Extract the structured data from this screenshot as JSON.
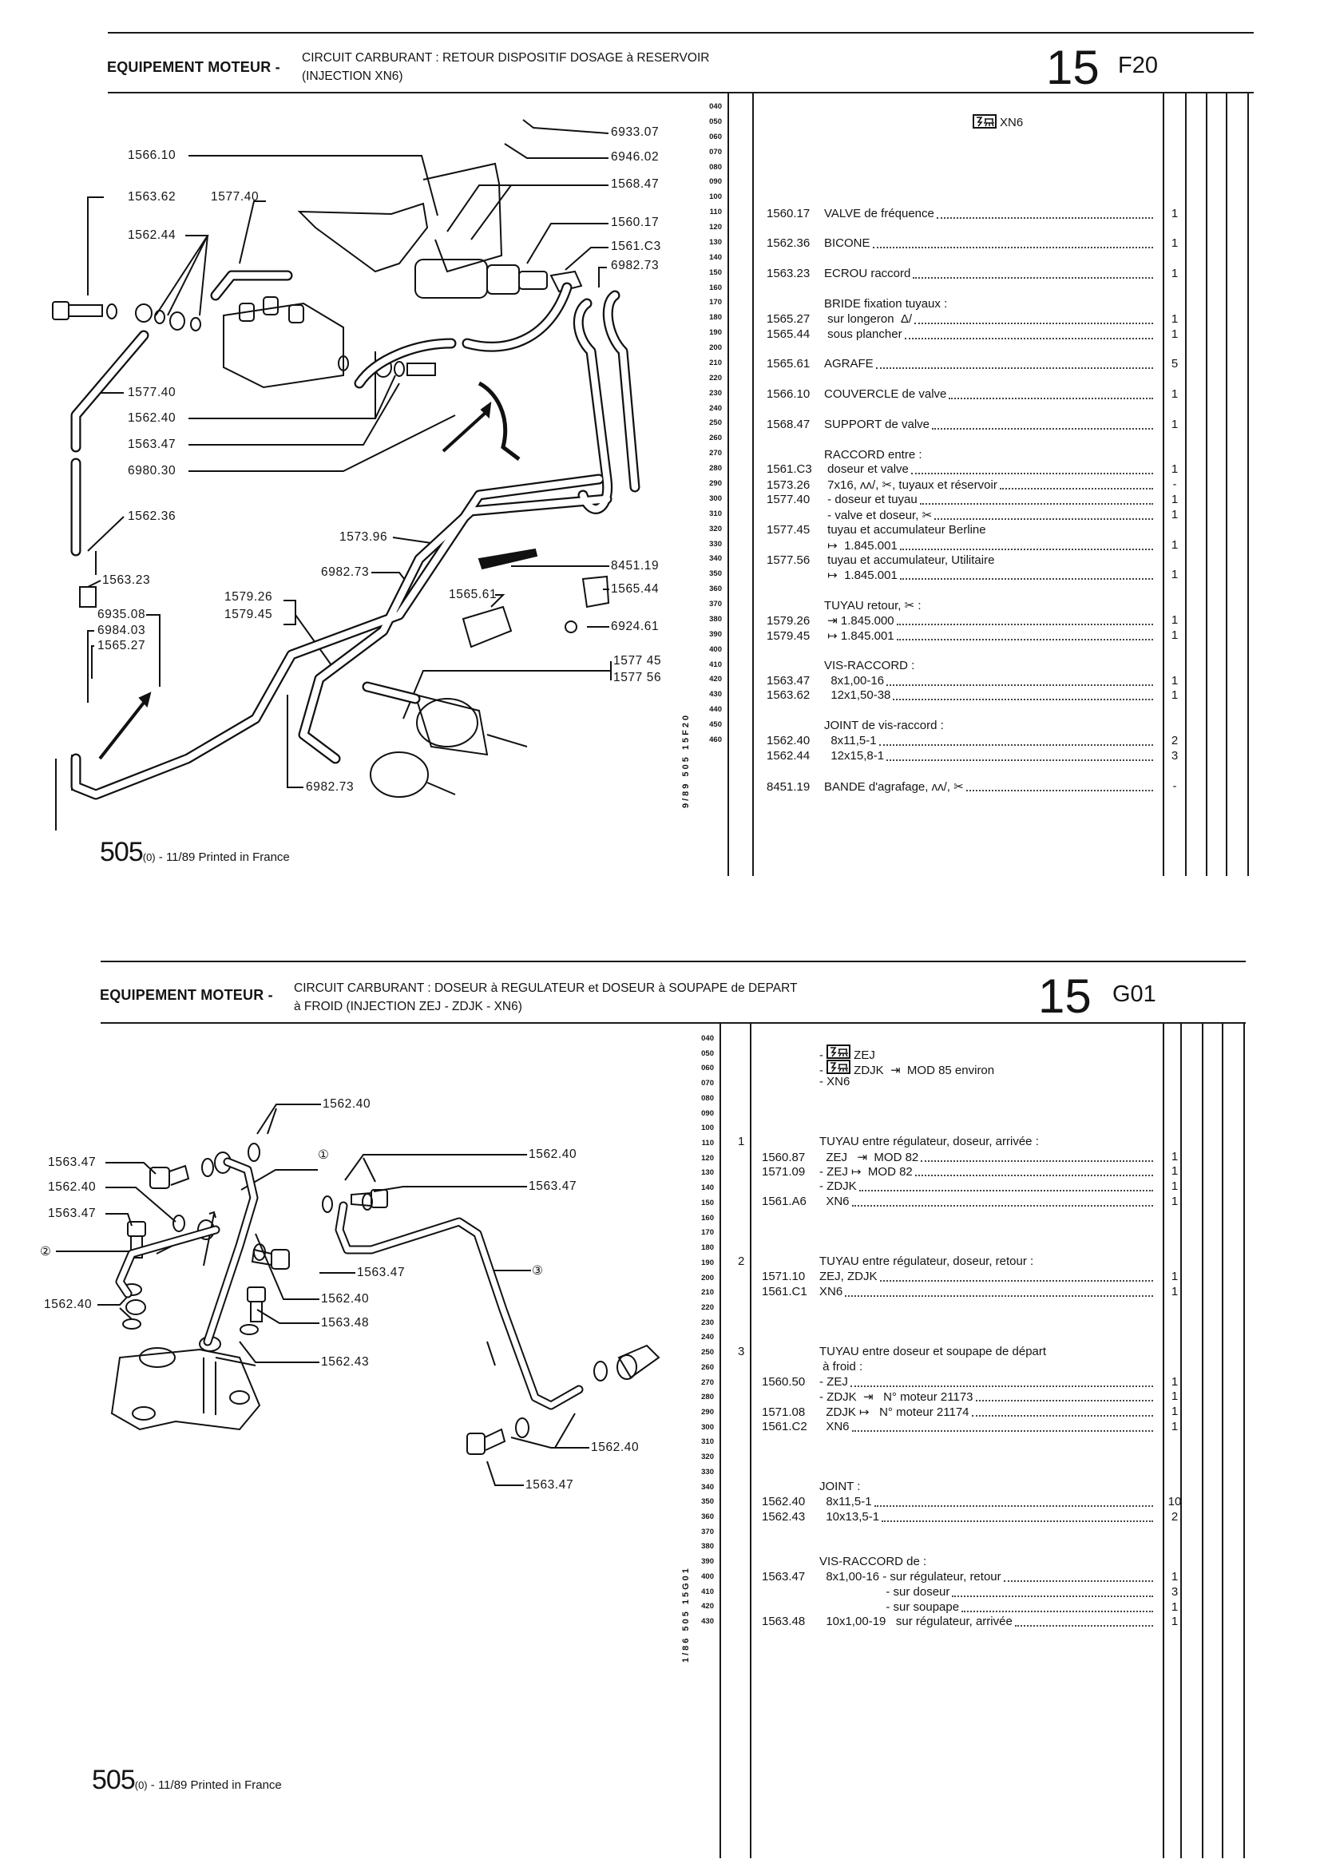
{
  "pages": [
    {
      "header": {
        "section": "EQUIPEMENT MOTEUR -",
        "title_line1": "CIRCUIT CARBURANT : RETOUR DISPOSITIF DOSAGE à RESERVOIR",
        "title_line2": "(INJECTION XN6)",
        "group_number": "15",
        "plate_code": "F20"
      },
      "variant": {
        "text": "XN6",
        "icon": "injection-icon"
      },
      "line_numbers": [
        "040",
        "050",
        "060",
        "070",
        "080",
        "090",
        "100",
        "110",
        "120",
        "130",
        "140",
        "150",
        "160",
        "170",
        "180",
        "190",
        "200",
        "210",
        "220",
        "230",
        "240",
        "250",
        "260",
        "270",
        "280",
        "290",
        "300",
        "310",
        "320",
        "330",
        "340",
        "350",
        "360",
        "370",
        "380",
        "390",
        "400",
        "410",
        "420",
        "430",
        "440",
        "450",
        "460"
      ],
      "items": [
        {
          "code": "1560.17",
          "desc": "VALVE de fréquence",
          "qty": "1"
        },
        {
          "code": "1562.36",
          "desc": "BICONE",
          "qty": "1"
        },
        {
          "code": "1563.23",
          "desc": "ECROU raccord",
          "qty": "1"
        },
        {
          "code": "",
          "desc": "BRIDE fixation tuyaux :"
        },
        {
          "code": "1565.27",
          "desc": " sur longeron  Δ/",
          "qty": "1"
        },
        {
          "code": "1565.44",
          "desc": " sous plancher",
          "qty": "1"
        },
        {
          "code": "1565.61",
          "desc": "AGRAFE",
          "qty": "5"
        },
        {
          "code": "1566.10",
          "desc": "COUVERCLE de valve",
          "qty": "1"
        },
        {
          "code": "1568.47",
          "desc": "SUPPORT de valve",
          "qty": "1"
        },
        {
          "code": "",
          "desc": "RACCORD entre :"
        },
        {
          "code": "1561.C3",
          "desc": " doseur et valve",
          "qty": "1"
        },
        {
          "code": "1573.26",
          "desc": " 7x16, ʌʌ/, ✂, tuyaux et réservoir",
          "qty": "-"
        },
        {
          "code": "1577.40",
          "desc": " - doseur et tuyau",
          "qty": "1"
        },
        {
          "code": "",
          "desc": " - valve et doseur, ✂",
          "qty": "1"
        },
        {
          "code": "1577.45",
          "desc": " tuyau et accumulateur Berline"
        },
        {
          "code": "",
          "desc": " ↦  1.845.001",
          "qty": "1"
        },
        {
          "code": "1577.56",
          "desc": " tuyau et accumulateur, Utilitaire"
        },
        {
          "code": "",
          "desc": " ↦  1.845.001",
          "qty": "1"
        },
        {
          "code": "",
          "desc": "TUYAU retour, ✂ :"
        },
        {
          "code": "1579.26",
          "desc": " ⇥ 1.845.000",
          "qty": "1"
        },
        {
          "code": "1579.45",
          "desc": " ↦ 1.845.001",
          "qty": "1"
        },
        {
          "code": "",
          "desc": "VIS-RACCORD :"
        },
        {
          "code": "1563.47",
          "desc": "  8x1,00-16",
          "qty": "1"
        },
        {
          "code": "1563.62",
          "desc": "  12x1,50-38",
          "qty": "1"
        },
        {
          "code": "",
          "desc": "JOINT de vis-raccord :"
        },
        {
          "code": "1562.40",
          "desc": "  8x11,5-1",
          "qty": "2"
        },
        {
          "code": "1562.44",
          "desc": "  12x15,8-1",
          "qty": "3"
        },
        {
          "code": "8451.19",
          "desc": "BANDE d'agrafage, ʌʌ/, ✂",
          "qty": "-"
        }
      ],
      "diagram_labels": [
        "6933.07",
        "6946.02",
        "1568.47",
        "1560.17",
        "1561.C3",
        "6982.73",
        "1566.10",
        "1563.62",
        "1577.40",
        "1562.44",
        "1577.40",
        "1562.40",
        "1563.47",
        "6980.30",
        "1562.36",
        "1563.23",
        "6935.08",
        "6984.03",
        "1565.27",
        "1579.26",
        "1579.45",
        "1573.96",
        "6982.73",
        "1565.61",
        "8451.19",
        "1565.44",
        "6924.61",
        "1577 45",
        "1577 56",
        "6982.73"
      ],
      "side_code": "9/89  505  15F20",
      "footer": {
        "model": "505",
        "suffix": "(0)",
        "text": " - 11/89 Printed in France"
      }
    },
    {
      "header": {
        "section": "EQUIPEMENT MOTEUR -",
        "title_line1": "CIRCUIT CARBURANT : DOSEUR à REGULATEUR et DOSEUR à SOUPAPE de DEPART",
        "title_line2": "à FROID (INJECTION ZEJ - ZDJK - XN6)",
        "group_number": "15",
        "plate_code": "G01"
      },
      "line_numbers": [
        "040",
        "050",
        "060",
        "070",
        "080",
        "090",
        "100",
        "110",
        "120",
        "130",
        "140",
        "150",
        "160",
        "170",
        "180",
        "190",
        "200",
        "210",
        "220",
        "230",
        "240",
        "250",
        "260",
        "270",
        "280",
        "290",
        "300",
        "310",
        "320",
        "330",
        "340",
        "350",
        "360",
        "370",
        "380",
        "390",
        "400",
        "410",
        "420",
        "430"
      ],
      "items": [
        {
          "prefix": "- ",
          "icon": "injection-icon",
          "desc": "ZEJ"
        },
        {
          "prefix": "- ",
          "icon": "injection-icon",
          "desc": "ZDJK  ⇥  MOD 85 environ"
        },
        {
          "prefix": "- ",
          "desc": "XN6"
        },
        {
          "ref": "1",
          "desc": "TUYAU entre régulateur, doseur, arrivée :"
        },
        {
          "code": "1560.87",
          "desc": "  ZEJ   ⇥  MOD 82",
          "qty": "1"
        },
        {
          "code": "1571.09",
          "desc": "- ZEJ ↦  MOD 82",
          "qty": "1"
        },
        {
          "code": "",
          "desc": "- ZDJK",
          "qty": "1"
        },
        {
          "code": "1561.A6",
          "desc": "  XN6",
          "qty": "1"
        },
        {
          "ref": "2",
          "desc": "TUYAU entre régulateur, doseur, retour :"
        },
        {
          "code": "1571.10",
          "desc": "ZEJ, ZDJK",
          "qty": "1"
        },
        {
          "code": "1561.C1",
          "desc": "XN6",
          "qty": "1"
        },
        {
          "ref": "3",
          "desc": "TUYAU entre doseur et soupape de départ"
        },
        {
          "code": "",
          "desc": " à froid :"
        },
        {
          "code": "1560.50",
          "desc": "- ZEJ",
          "qty": "1"
        },
        {
          "code": "",
          "desc": "- ZDJK  ⇥   N° moteur 21173",
          "qty": "1"
        },
        {
          "code": "1571.08",
          "desc": "  ZDJK ↦   N° moteur 21174",
          "qty": "1"
        },
        {
          "code": "1561.C2",
          "desc": "  XN6",
          "qty": "1"
        },
        {
          "code": "",
          "desc": "JOINT :"
        },
        {
          "code": "1562.40",
          "desc": "  8x11,5-1",
          "qty": "10"
        },
        {
          "code": "1562.43",
          "desc": "  10x13,5-1",
          "qty": "2"
        },
        {
          "code": "",
          "desc": "VIS-RACCORD de :"
        },
        {
          "code": "1563.47",
          "desc": "  8x1,00-16 - sur régulateur, retour",
          "qty": "1"
        },
        {
          "code": "",
          "desc": "                    - sur doseur",
          "qty": "3"
        },
        {
          "code": "",
          "desc": "                    - sur soupape",
          "qty": "1"
        },
        {
          "code": "1563.48",
          "desc": "  10x1,00-19   sur régulateur, arrivée",
          "qty": "1"
        }
      ],
      "diagram_labels": [
        "1562.40",
        "1563.47",
        "1562.40",
        "1563.47",
        "②",
        "1562.40",
        "①",
        "1562.40",
        "1563.47",
        "1563.47",
        "③",
        "1562.40",
        "1563.48",
        "1562.43",
        "1562.40",
        "1563.47"
      ],
      "side_code": "1/86  505  15G01",
      "footer": {
        "model": "505",
        "suffix": "(0)",
        "text": " - 11/89 Printed in France"
      }
    }
  ]
}
